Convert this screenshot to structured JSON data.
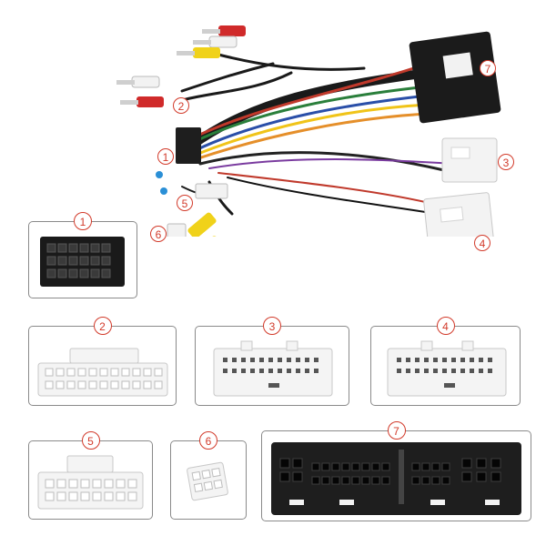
{
  "callouts": [
    "1",
    "2",
    "3",
    "4",
    "5",
    "6",
    "7"
  ],
  "boxes": [
    "1",
    "2",
    "3",
    "4",
    "5",
    "6",
    "7"
  ],
  "colors": {
    "callout": "#d23a2a",
    "box_border": "#8a8a8a",
    "connector_white": "#f3f3f3",
    "connector_black": "#1e1e1e"
  }
}
